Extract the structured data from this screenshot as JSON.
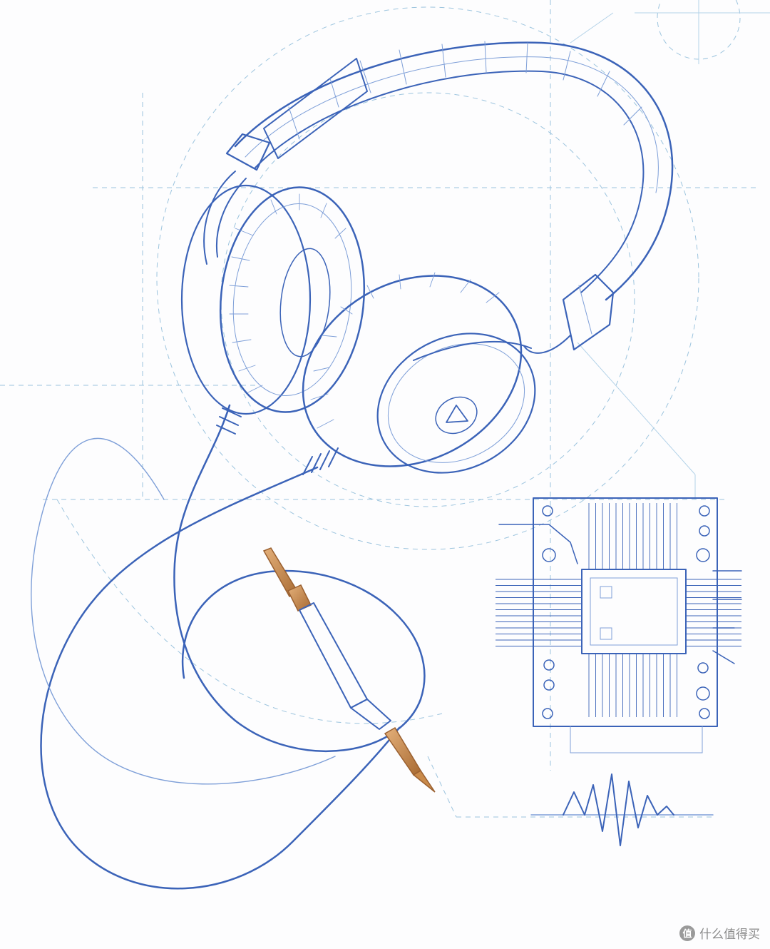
{
  "scene": {
    "subject": "headphones-blueprint-sketch",
    "colors": {
      "ink": "#3b63b8",
      "ink_light": "#7e9fd8",
      "guide": "#9cc4de",
      "cushion_center": "#4b6fd0",
      "plug_copper": "#c98a4a",
      "background": "#fdfdfe"
    }
  },
  "watermark": {
    "logo_icon": "zhi-logo-icon",
    "logo_glyph": "值",
    "text": "什么值得买"
  }
}
